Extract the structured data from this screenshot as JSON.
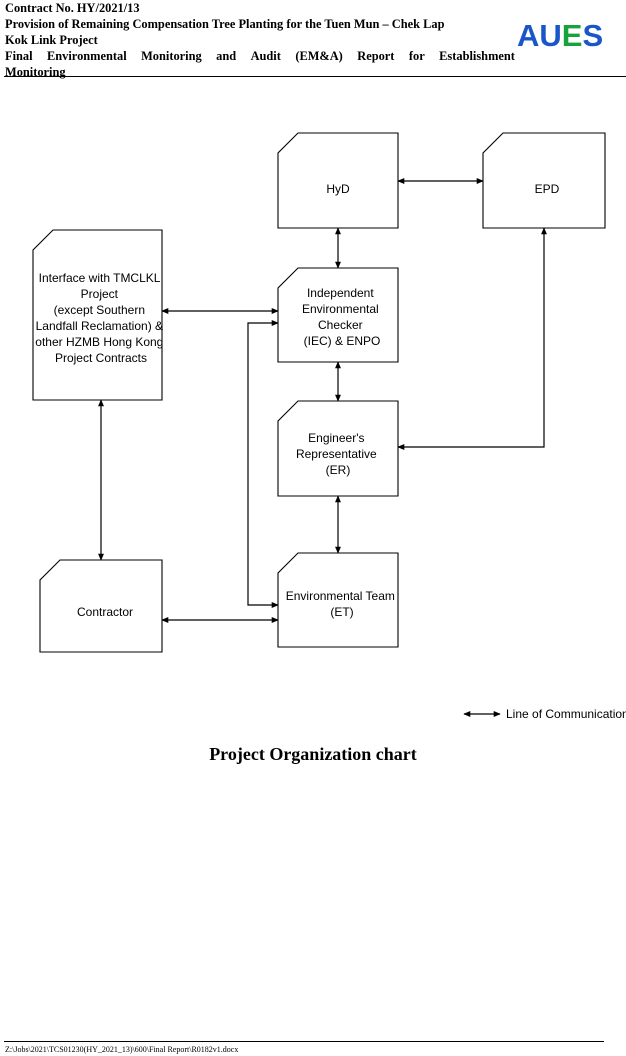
{
  "header": {
    "line1": "Contract No. HY/2021/13",
    "line2": "Provision of Remaining Compensation Tree Planting for the Tuen Mun – Chek Lap",
    "line3": "Kok Link Project",
    "line4_words": [
      "Final",
      "Environmental",
      "Monitoring",
      "and",
      "Audit",
      "(EM&A)",
      "Report",
      "for",
      "Establishment"
    ],
    "line5": "Monitoring",
    "logo": {
      "a": "A",
      "u": "U",
      "e": "E",
      "s": "S"
    }
  },
  "colors": {
    "logo_blue": "#1a56c8",
    "logo_green": "#18a23c"
  },
  "diagram": {
    "nodes": {
      "hyd": {
        "lines": [
          "HyD"
        ]
      },
      "epd": {
        "lines": [
          "EPD"
        ]
      },
      "interface": {
        "lines": [
          "Interface with TMCLKL",
          "Project",
          "(except Southern",
          "Landfall Reclamation) &",
          "other HZMB Hong Kong",
          "Project Contracts"
        ]
      },
      "iec": {
        "lines": [
          "Independent",
          "Environmental",
          "Checker",
          "(IEC) & ENPO"
        ]
      },
      "er": {
        "lines": [
          "Engineer's",
          "Representative",
          "(ER)"
        ]
      },
      "contractor": {
        "lines": [
          "Contractor"
        ]
      },
      "et": {
        "lines": [
          "Environmental Team",
          "(ET)"
        ]
      }
    },
    "legend": "Line of Communication"
  },
  "title": "Project Organization chart",
  "footer": "Z:\\Jobs\\2021\\TCS01230(HY_2021_13)\\600\\Final Report\\R0182v1.docx"
}
